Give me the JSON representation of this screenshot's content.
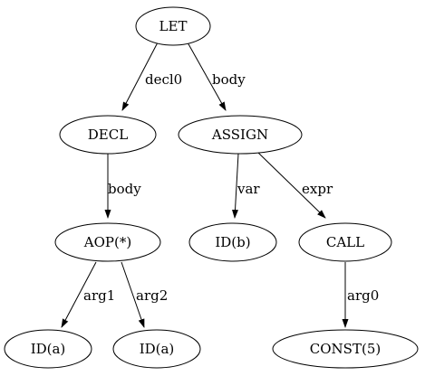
{
  "nodes": {
    "let": "LET",
    "decl": "DECL",
    "assign": "ASSIGN",
    "aop": "AOP(*)",
    "id_b": "ID(b)",
    "call": "CALL",
    "id_a_left": "ID(a)",
    "id_a_right": "ID(a)",
    "const5": "CONST(5)"
  },
  "edges": {
    "let_decl": "decl0",
    "let_assign": "body",
    "decl_aop": "body",
    "assign_idb": "var",
    "assign_call": "expr",
    "aop_ida_left": "arg1",
    "aop_ida_right": "arg2",
    "call_const": "arg0"
  }
}
